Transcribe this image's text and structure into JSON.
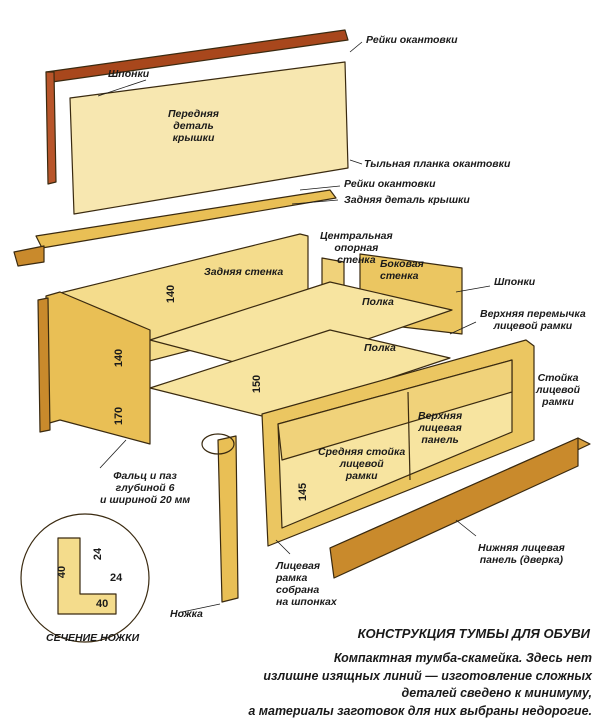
{
  "labels": {
    "rails_top": "Рейки окантовки",
    "dowels_top": "Шпонки",
    "lid_front": [
      "Передняя",
      "деталь",
      "крышки"
    ],
    "back_strip": "Тыльная планка окантовки",
    "rails_mid": "Рейки окантовки",
    "lid_back": "Задняя деталь крышки",
    "back_wall": "Задняя стенка",
    "center_support": [
      "Центральная",
      "опорная",
      "стенка"
    ],
    "side_wall": [
      "Боковая",
      "стенка"
    ],
    "dowels_right": "Шпонки",
    "shelf_upper": "Полка",
    "shelf_lower": "Полка",
    "upper_crossbar": [
      "Верхняя перемычка",
      "лицевой рамки"
    ],
    "frame_post": [
      "Стойка",
      "лицевой",
      "рамки"
    ],
    "upper_front_panel": [
      "Верхняя",
      "лицевая",
      "панель"
    ],
    "middle_post": [
      "Средняя стойка",
      "лицевой",
      "рамки"
    ],
    "rabbet_groove": [
      "Фальц и паз",
      "глубиной 6",
      "и шириной 20 мм"
    ],
    "lower_front_panel": [
      "Нижняя лицевая",
      "панель (дверка)"
    ],
    "face_frame": [
      "Лицевая",
      "рамка",
      "собрана",
      "на шпонках"
    ],
    "leg": "Ножка",
    "leg_section": "СЕЧЕНИЕ НОЖКИ"
  },
  "dimensions": {
    "back_height": "140",
    "side_upper": "140",
    "side_lower": "170",
    "shelf_gap": "150",
    "frame_gap": "145",
    "leg_40_vertical": "40",
    "leg_24_vertical": "24",
    "leg_24_horizontal": "24",
    "leg_40_horizontal": "40"
  },
  "title": "КОНСТРУКЦИЯ ТУМБЫ ДЛЯ ОБУВИ",
  "description": [
    "Компактная тумба-скамейка. Здесь нет",
    "излишне изящных линий — изготовление сложных",
    "деталей сведено к минимуму,",
    "а материалы заготовок для них выбраны недорогие."
  ],
  "colors": {
    "wood_light": "#f4dc8c",
    "wood_mid": "#e9bf55",
    "wood_dark": "#c98a2c",
    "rail_red": "#a8471c",
    "outline": "#3a2a10"
  }
}
